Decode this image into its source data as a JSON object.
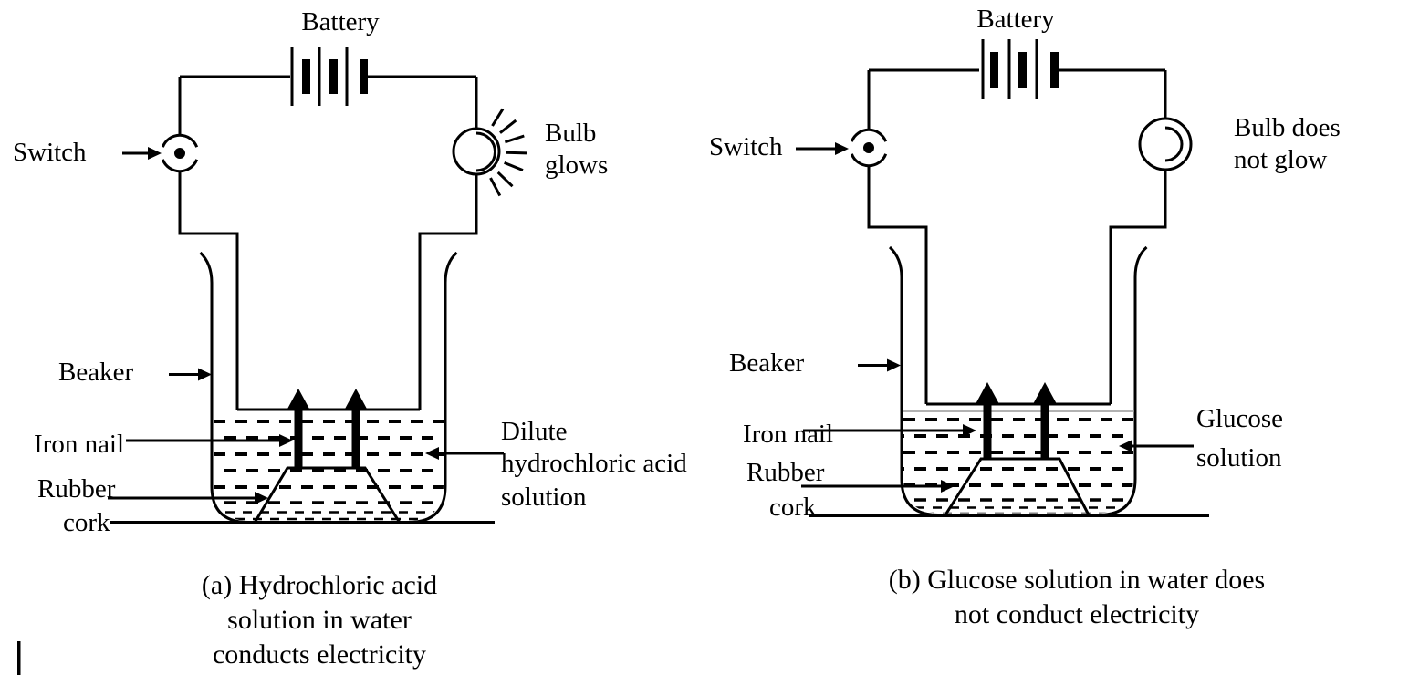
{
  "figures": {
    "a": {
      "battery_label": "Battery",
      "switch_label": "Switch",
      "bulb_label_line1": "Bulb",
      "bulb_label_line2": "glows",
      "beaker_label": "Beaker",
      "iron_nail_label": "Iron nail",
      "rubber_label": "Rubber",
      "cork_label": "cork",
      "solution_label_line1": "Dilute",
      "solution_label_line2": "hydrochloric acid",
      "solution_label_line3": "solution",
      "caption_line1": "(a) Hydrochloric acid",
      "caption_line2": "solution in water",
      "caption_line3": "conducts electricity"
    },
    "b": {
      "battery_label": "Battery",
      "switch_label": "Switch",
      "bulb_label_line1": "Bulb does",
      "bulb_label_line2": "not glow",
      "beaker_label": "Beaker",
      "iron_nail_label": "Iron nail",
      "rubber_label": "Rubber",
      "cork_label": "cork",
      "solution_label_line1": "Glucose",
      "solution_label_line2": "solution",
      "caption_line1": "(b) Glucose solution in water does",
      "caption_line2": "not conduct electricity"
    }
  },
  "icons": {
    "battery": "battery-cells-symbol",
    "switch": "push-switch-symbol",
    "bulb_glowing": "bulb-glowing-symbol",
    "bulb_off": "bulb-symbol",
    "nail": "iron-nail-up-arrow",
    "cork": "rubber-cork-trapezoid",
    "solution": "dashed-liquid-pattern"
  },
  "colors": {
    "ink": "#000000",
    "liquid_surface_line": "#999999",
    "background": "#ffffff"
  }
}
